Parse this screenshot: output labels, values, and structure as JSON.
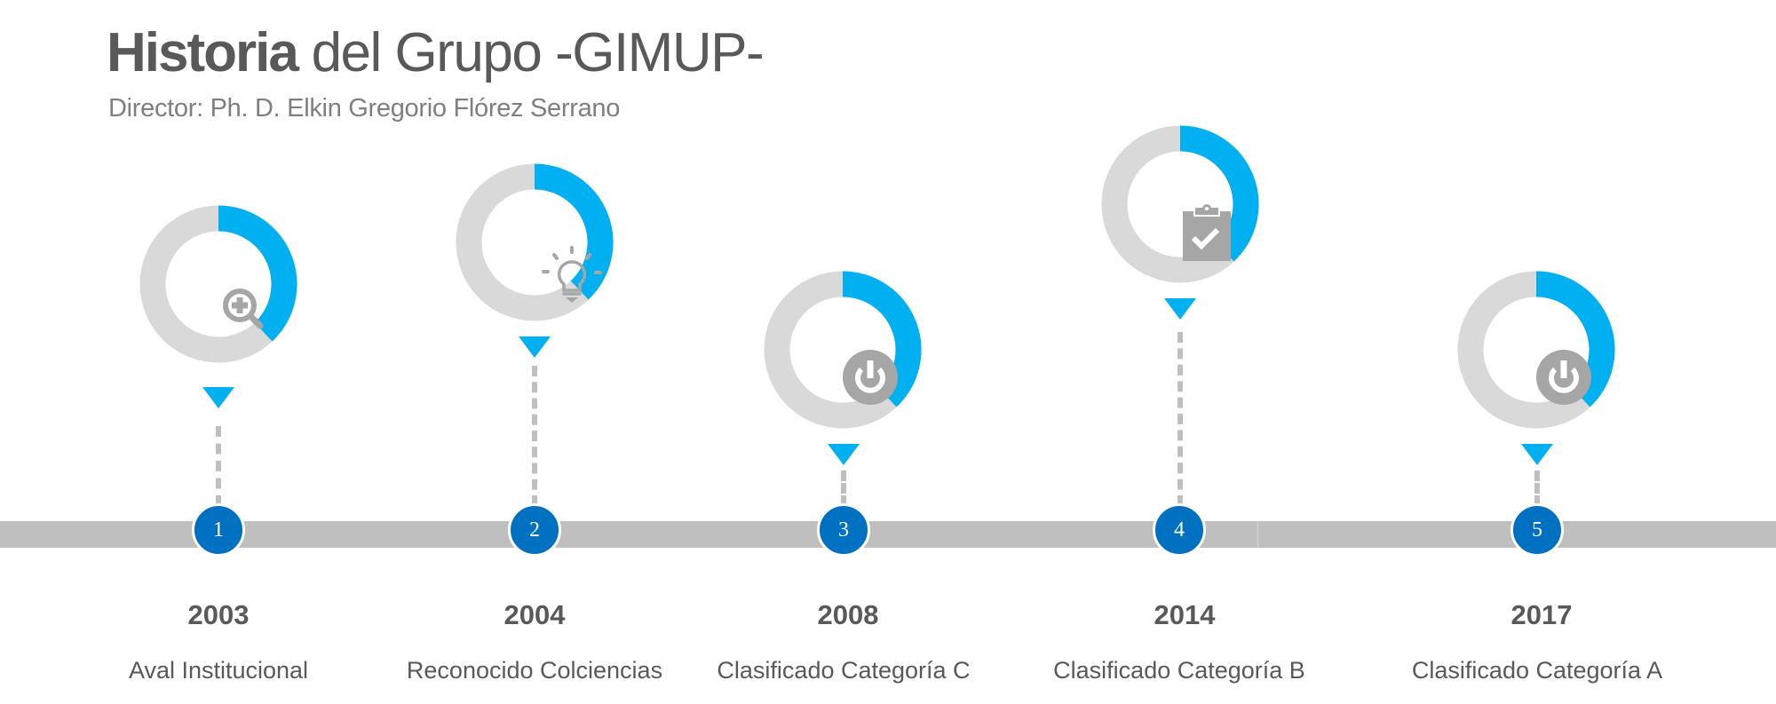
{
  "header": {
    "title_bold": "Historia",
    "title_rest": " del Grupo -GIMUP-",
    "subtitle": "Director: Ph. D. Elkin Gregorio Flórez Serrano"
  },
  "colors": {
    "accent": "#00b0f0",
    "ring_track": "#d9d9d9",
    "node": "#0070c0",
    "bar": "#bfbfbf",
    "icon": "#a6a6a6",
    "text": "#595959"
  },
  "milestones": [
    {
      "number": "1",
      "year": "2003",
      "label": "Aval Institucional",
      "icon": "zoom-in-icon",
      "progress": 0.38
    },
    {
      "number": "2",
      "year": "2004",
      "label": "Reconocido Colciencias",
      "icon": "lightbulb-icon",
      "progress": 0.38
    },
    {
      "number": "3",
      "year": "2008",
      "label": "Clasificado Categoría C",
      "icon": "power-icon",
      "progress": 0.38
    },
    {
      "number": "4",
      "year": "2014",
      "label": "Clasificado Categoría B",
      "icon": "clipboard-check-icon",
      "progress": 0.38
    },
    {
      "number": "5",
      "year": "2017",
      "label": "Clasificado Categoría A",
      "icon": "power-icon",
      "progress": 0.38
    }
  ]
}
